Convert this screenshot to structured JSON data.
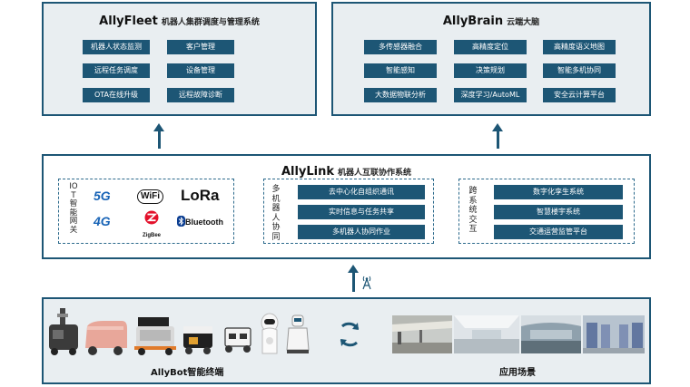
{
  "fleet": {
    "title_en": "AllyFleet",
    "title_cn": "机器人集群调度与管理系统",
    "items": [
      "机器人状态监测",
      "客户管理",
      "远程任务调度",
      "设备管理",
      "OTA在线升级",
      "远程故障诊断"
    ]
  },
  "brain": {
    "title_en": "AllyBrain",
    "title_cn": "云端大脑",
    "items": [
      "多传感器融合",
      "高精度定位",
      "高精度语义地图",
      "智能感知",
      "决策规划",
      "智能多机协同",
      "大数据物联分析",
      "深度学习/AutoML",
      "安全云计算平台"
    ]
  },
  "link": {
    "title_en": "AllyLink",
    "title_cn": "机器人互联协作系统",
    "iot_label": "IOT智能网关",
    "iot_logos": [
      "5G",
      "WiFi",
      "LoRa",
      "4G",
      "ZigBee",
      "Bluetooth"
    ],
    "multi_label": "多机器人协同",
    "multi_items": [
      "去中心化自组织通讯",
      "实时信息与任务共享",
      "多机器人协同作业"
    ],
    "cross_label": "跨系统交互",
    "cross_items": [
      "数字化孪生系统",
      "智慧楼宇系统",
      "交通运营监管平台"
    ]
  },
  "bottom": {
    "robots_label": "AllyBot智能终端",
    "scenes_label": "应用场景"
  },
  "colors": {
    "primary": "#1d5675",
    "panel_fill": "#e9eef1",
    "dash": "#2c6a8c"
  },
  "icons": [
    "up-arrow-icon",
    "antenna-icon",
    "sync-cycle-icon"
  ]
}
